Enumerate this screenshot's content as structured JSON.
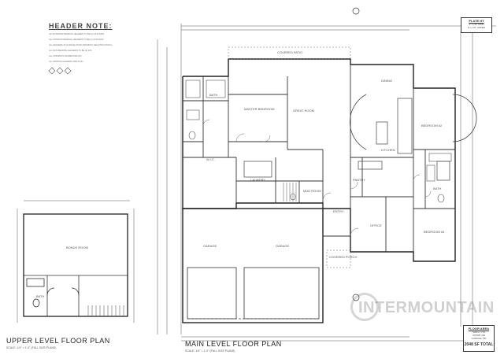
{
  "header_note": {
    "title": "HEADER NOTE:",
    "lines": [
      "ALL EXTERIOR BEARING HEADERS TO BE (2) 2X10 DF#2",
      "ALL INTERIOR BEARING HEADERS TO BE (2) 2X10 DF#2",
      "ALL HEADERS AT GARAGE DOOR OPENINGS SEE STRUCTURAL",
      "ALL NON-BEARING HEADERS TO BE (2) 2X6",
      "ALL OPENINGS FRAMED PER IRC",
      "ALL WINDOW HEADERS PER PLAN"
    ]
  },
  "plate_ht": {
    "title": "PLATE HT",
    "lines": [
      "9'-1 1/8\" MAIN",
      "8'-1 1/8\" UPPER"
    ]
  },
  "floor_area": {
    "title": "FLOOR AREA",
    "lines": [
      "MAIN 1,719",
      "UPPER 329",
      "GARAGE 780"
    ],
    "total": "2048 SF TOTAL"
  },
  "upper_level": {
    "title": "UPPER LEVEL FLOOR PLAN",
    "scale": "SCALE: 1/4\" = 1'-0\" (FULL SIZE PLANS)",
    "rooms": {
      "bonus": "BONUS ROOM",
      "bath": "BATH"
    }
  },
  "main_level": {
    "title": "MAIN LEVEL FLOOR PLAN",
    "scale": "SCALE: 1/4\" = 1'-0\" (FULL SIZE PLANS)",
    "rooms": {
      "covered_patio": "COVERED PATIO",
      "master_bedroom": "MASTER BEDROOM",
      "great_room": "GREAT ROOM",
      "dining": "DINING",
      "bedroom_2": "BEDROOM #2",
      "kitchen": "KITCHEN",
      "bath_master": "BATH",
      "walk_in": "W.I.C.",
      "laundry": "LAUNDRY",
      "pantry": "PANTRY",
      "mud_room": "MUD ROOM",
      "bath_2": "BATH",
      "entry": "ENTRY",
      "office": "OFFICE",
      "bedroom_3": "BEDROOM #3",
      "garage_1": "GARAGE",
      "garage_2": "GARAGE",
      "covered_porch": "COVERED PORCH"
    }
  },
  "watermark": "INTERMOUNTAIN"
}
